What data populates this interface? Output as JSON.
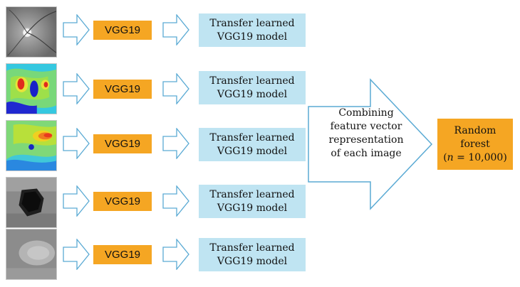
{
  "rows": [
    {
      "vgg_label": "VGG19",
      "transfer_label_line1": "Transfer learned",
      "transfer_label_line2": "VGG19 model"
    },
    {
      "vgg_label": "VGG19",
      "transfer_label_line1": "Transfer learned",
      "transfer_label_line2": "VGG19 model"
    },
    {
      "vgg_label": "VGG19",
      "transfer_label_line1": "Transfer learned",
      "transfer_label_line2": "VGG19 model"
    },
    {
      "vgg_label": "VGG19",
      "transfer_label_line1": "Transfer learned",
      "transfer_label_line2": "VGG19 model"
    },
    {
      "vgg_label": "VGG19",
      "transfer_label_line1": "Transfer learned",
      "transfer_label_line2": "VGG19 model"
    }
  ],
  "combine_arrow": {
    "line1": "Combining",
    "line2": "feature vector",
    "line3": "representation",
    "line4": "of each image"
  },
  "random_forest": {
    "line1": "Random",
    "line2": "forest",
    "open_paren": "(",
    "n_var": "n",
    "equals_value": " = 10,000",
    "close_paren": ")"
  },
  "colors": {
    "orange_box": "#f5a623",
    "light_blue_box": "#bfe4f2",
    "arrow_outline": "#5aaad4"
  }
}
